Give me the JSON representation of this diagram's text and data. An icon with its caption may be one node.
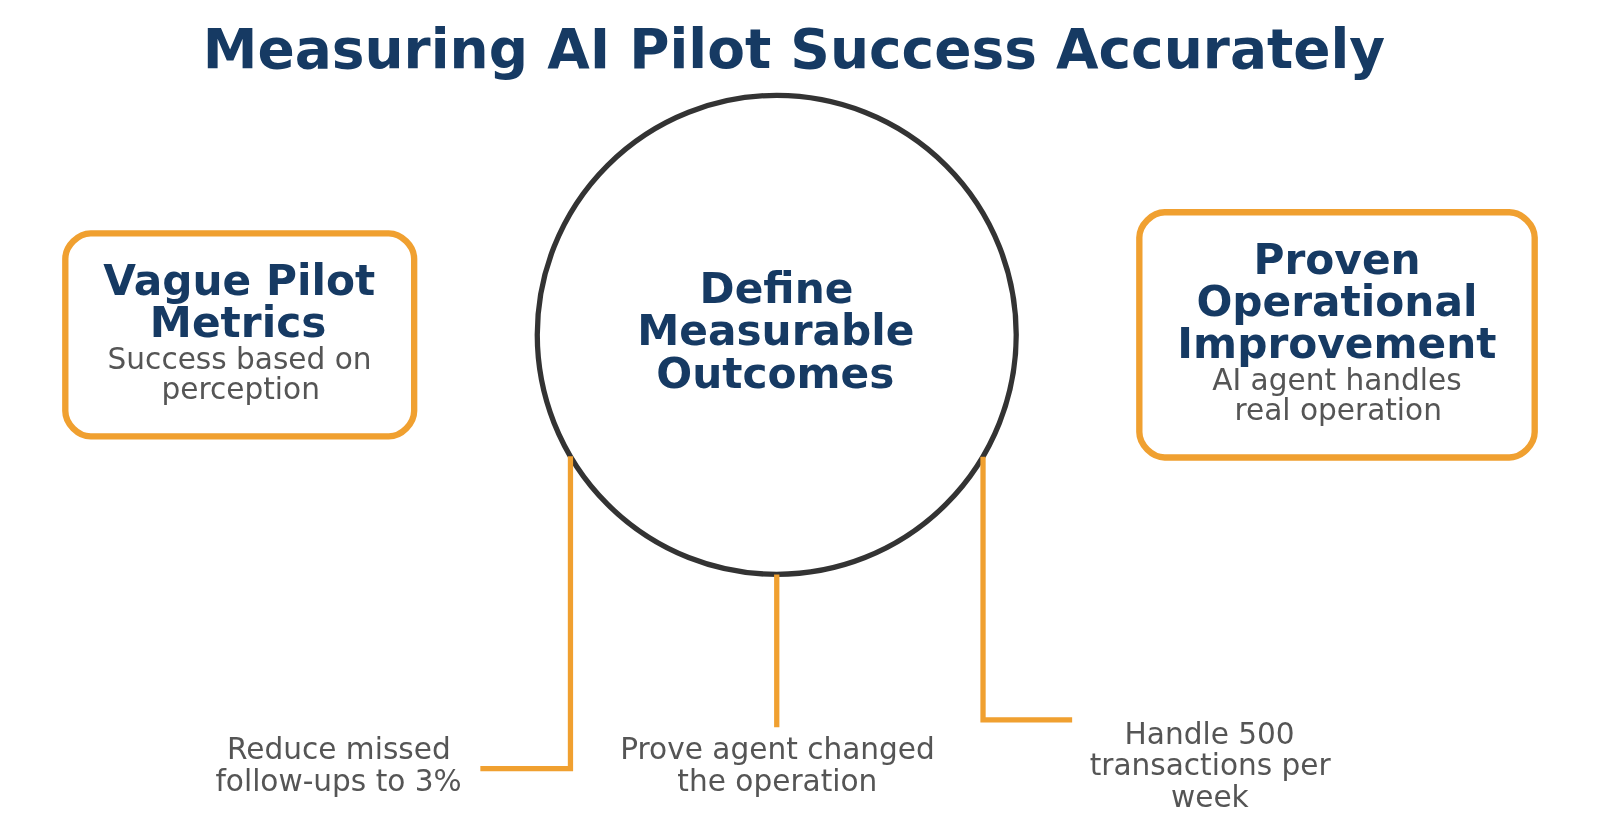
{
  "diagram": {
    "title": "Measuring AI Pilot Success Accurately",
    "nodes": [
      {
        "text": [
          "Vague Pilot Metrics",
          "Success based on perception"
        ]
      },
      {
        "text": [
          "Define Measurable Outcomes"
        ]
      },
      {
        "text": [
          "Proven Operational Improvement",
          "AI agent handles real operation"
        ]
      },
      {
        "text": [
          "Reduce missed follow-ups to 3%"
        ]
      },
      {
        "text": [
          "Prove agent changed the operation"
        ]
      },
      {
        "text": [
          "Handle 500 transactions per week"
        ]
      }
    ],
    "edges": [
      {
        "from": 1,
        "to": 3,
        "arrow": "none"
      },
      {
        "from": 1,
        "to": 4,
        "arrow": "none"
      },
      {
        "from": 1,
        "to": 5,
        "arrow": "none"
      }
    ]
  }
}
